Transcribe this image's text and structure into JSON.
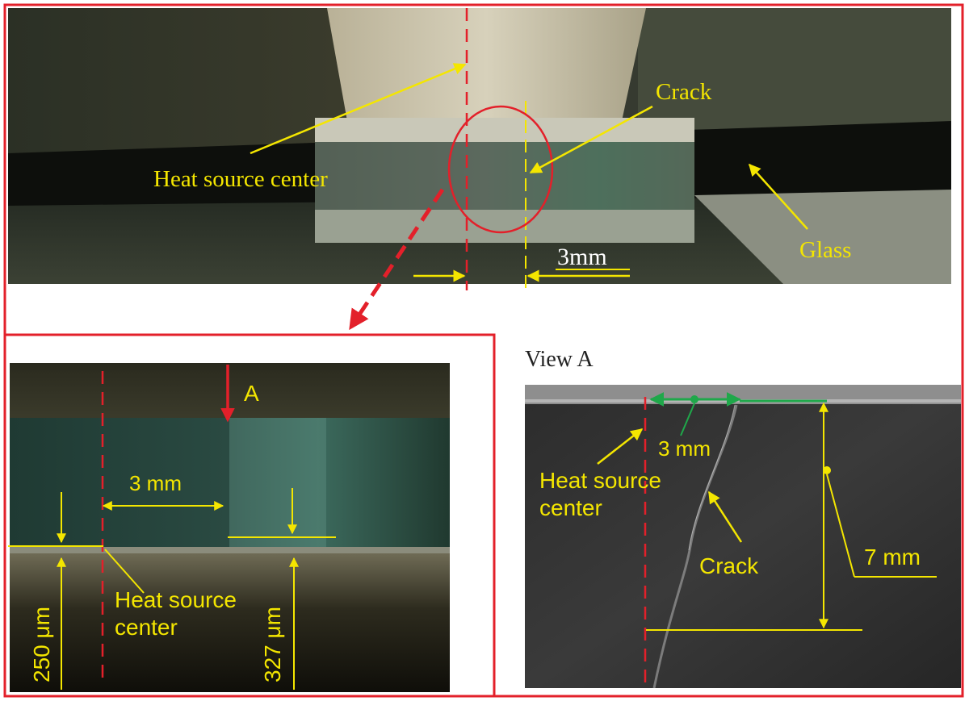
{
  "top_panel": {
    "heat_source_label": "Heat source center",
    "crack_label": "Crack",
    "glass_label": "Glass",
    "distance_label": "3mm"
  },
  "detail_panel": {
    "marker_label": "A",
    "distance_label": "3 mm",
    "heat_source_label_line1": "Heat source",
    "heat_source_label_line2": "center",
    "left_thickness_label": "250 μm",
    "right_thickness_label": "327 μm"
  },
  "view_a_panel": {
    "title": "View A",
    "distance_label": "3 mm",
    "heat_source_label_line1": "Heat source",
    "heat_source_label_line2": "center",
    "crack_label": "Crack",
    "depth_label": "7 mm"
  },
  "colors": {
    "frame_red": "#e3202a",
    "annotation_yellow": "#f4e600",
    "marker_green": "#1fa84a"
  }
}
